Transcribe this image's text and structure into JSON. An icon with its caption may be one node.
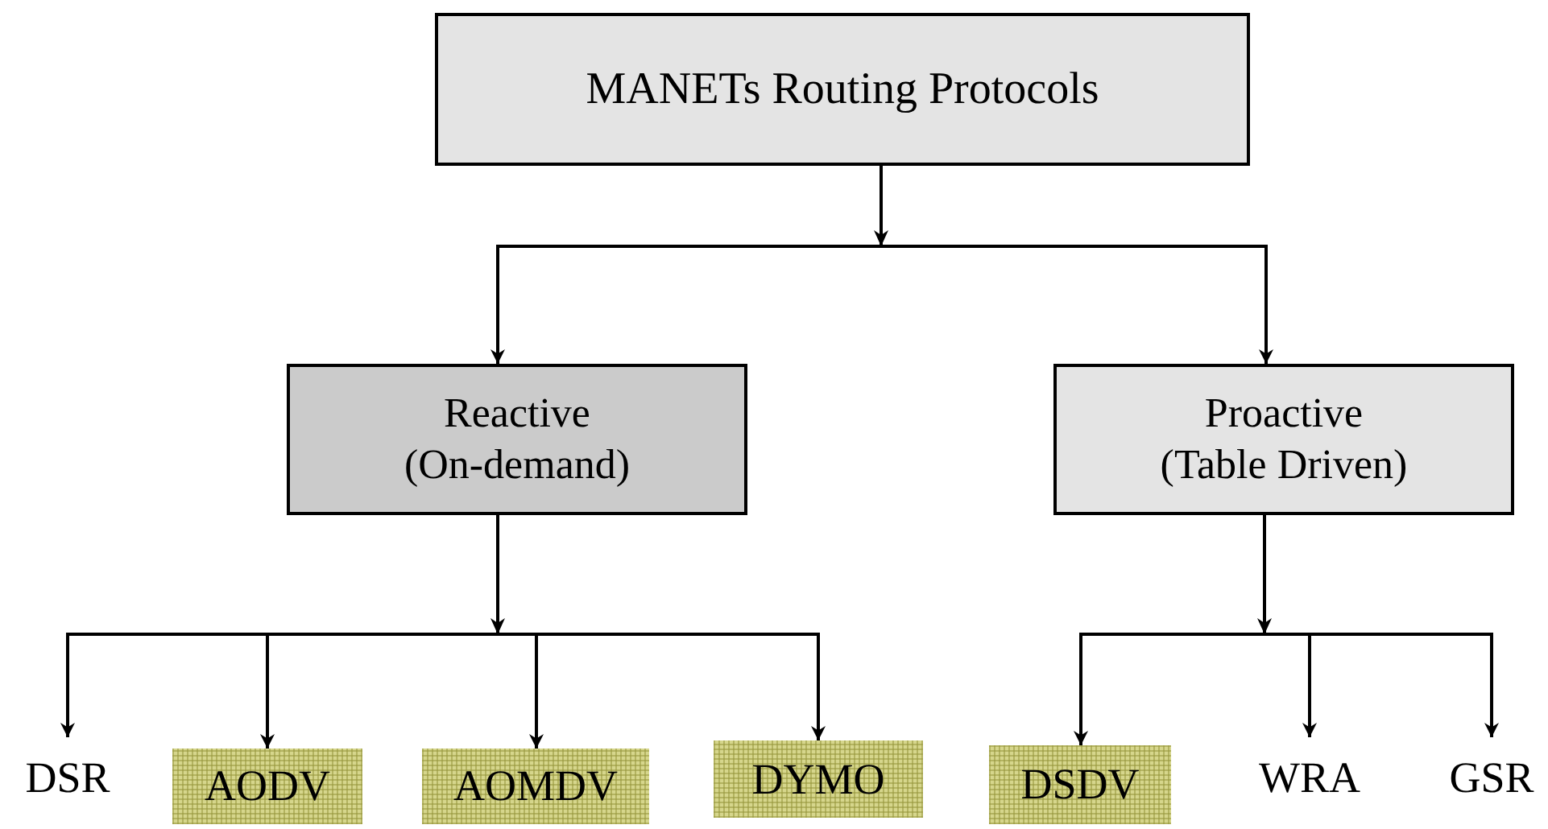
{
  "diagram": {
    "nodes": [
      {
        "text": [
          "MANETs Routing Protocols"
        ]
      },
      {
        "text": [
          "Reactive",
          "(On-demand)"
        ]
      },
      {
        "text": [
          "Proactive",
          "(Table Driven)"
        ]
      },
      {
        "text": [
          "DSR"
        ]
      },
      {
        "text": [
          "AODV"
        ]
      },
      {
        "text": [
          "AOMDV"
        ]
      },
      {
        "text": [
          "DYMO"
        ]
      },
      {
        "text": [
          "DSDV"
        ]
      },
      {
        "text": [
          "WRA"
        ]
      },
      {
        "text": [
          "GSR"
        ]
      }
    ],
    "edges": [
      {
        "from": 0,
        "to": 1,
        "arrow": "to"
      },
      {
        "from": 0,
        "to": 2,
        "arrow": "to"
      },
      {
        "from": 1,
        "to": 3,
        "arrow": "to"
      },
      {
        "from": 1,
        "to": 4,
        "arrow": "to"
      },
      {
        "from": 1,
        "to": 5,
        "arrow": "to"
      },
      {
        "from": 1,
        "to": 6,
        "arrow": "to"
      },
      {
        "from": 2,
        "to": 7,
        "arrow": "to"
      },
      {
        "from": 2,
        "to": 8,
        "arrow": "to"
      },
      {
        "from": 2,
        "to": 9,
        "arrow": "to"
      }
    ]
  }
}
